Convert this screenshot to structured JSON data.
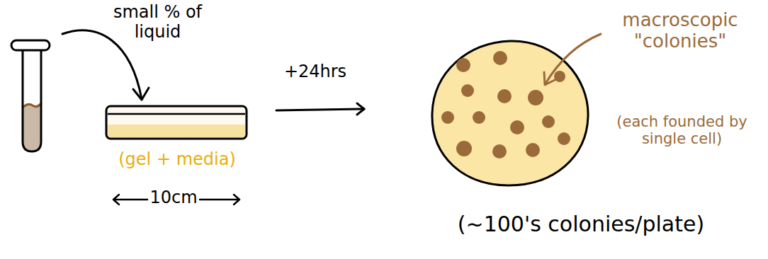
{
  "diagram": {
    "labels": [
      "small % of liquid",
      "(gel + media)",
      "10cm",
      "+24hrs",
      "macroscopic \"colonies\"",
      "(each founded by single cell)",
      "(~100's colonies/plate)"
    ]
  }
}
